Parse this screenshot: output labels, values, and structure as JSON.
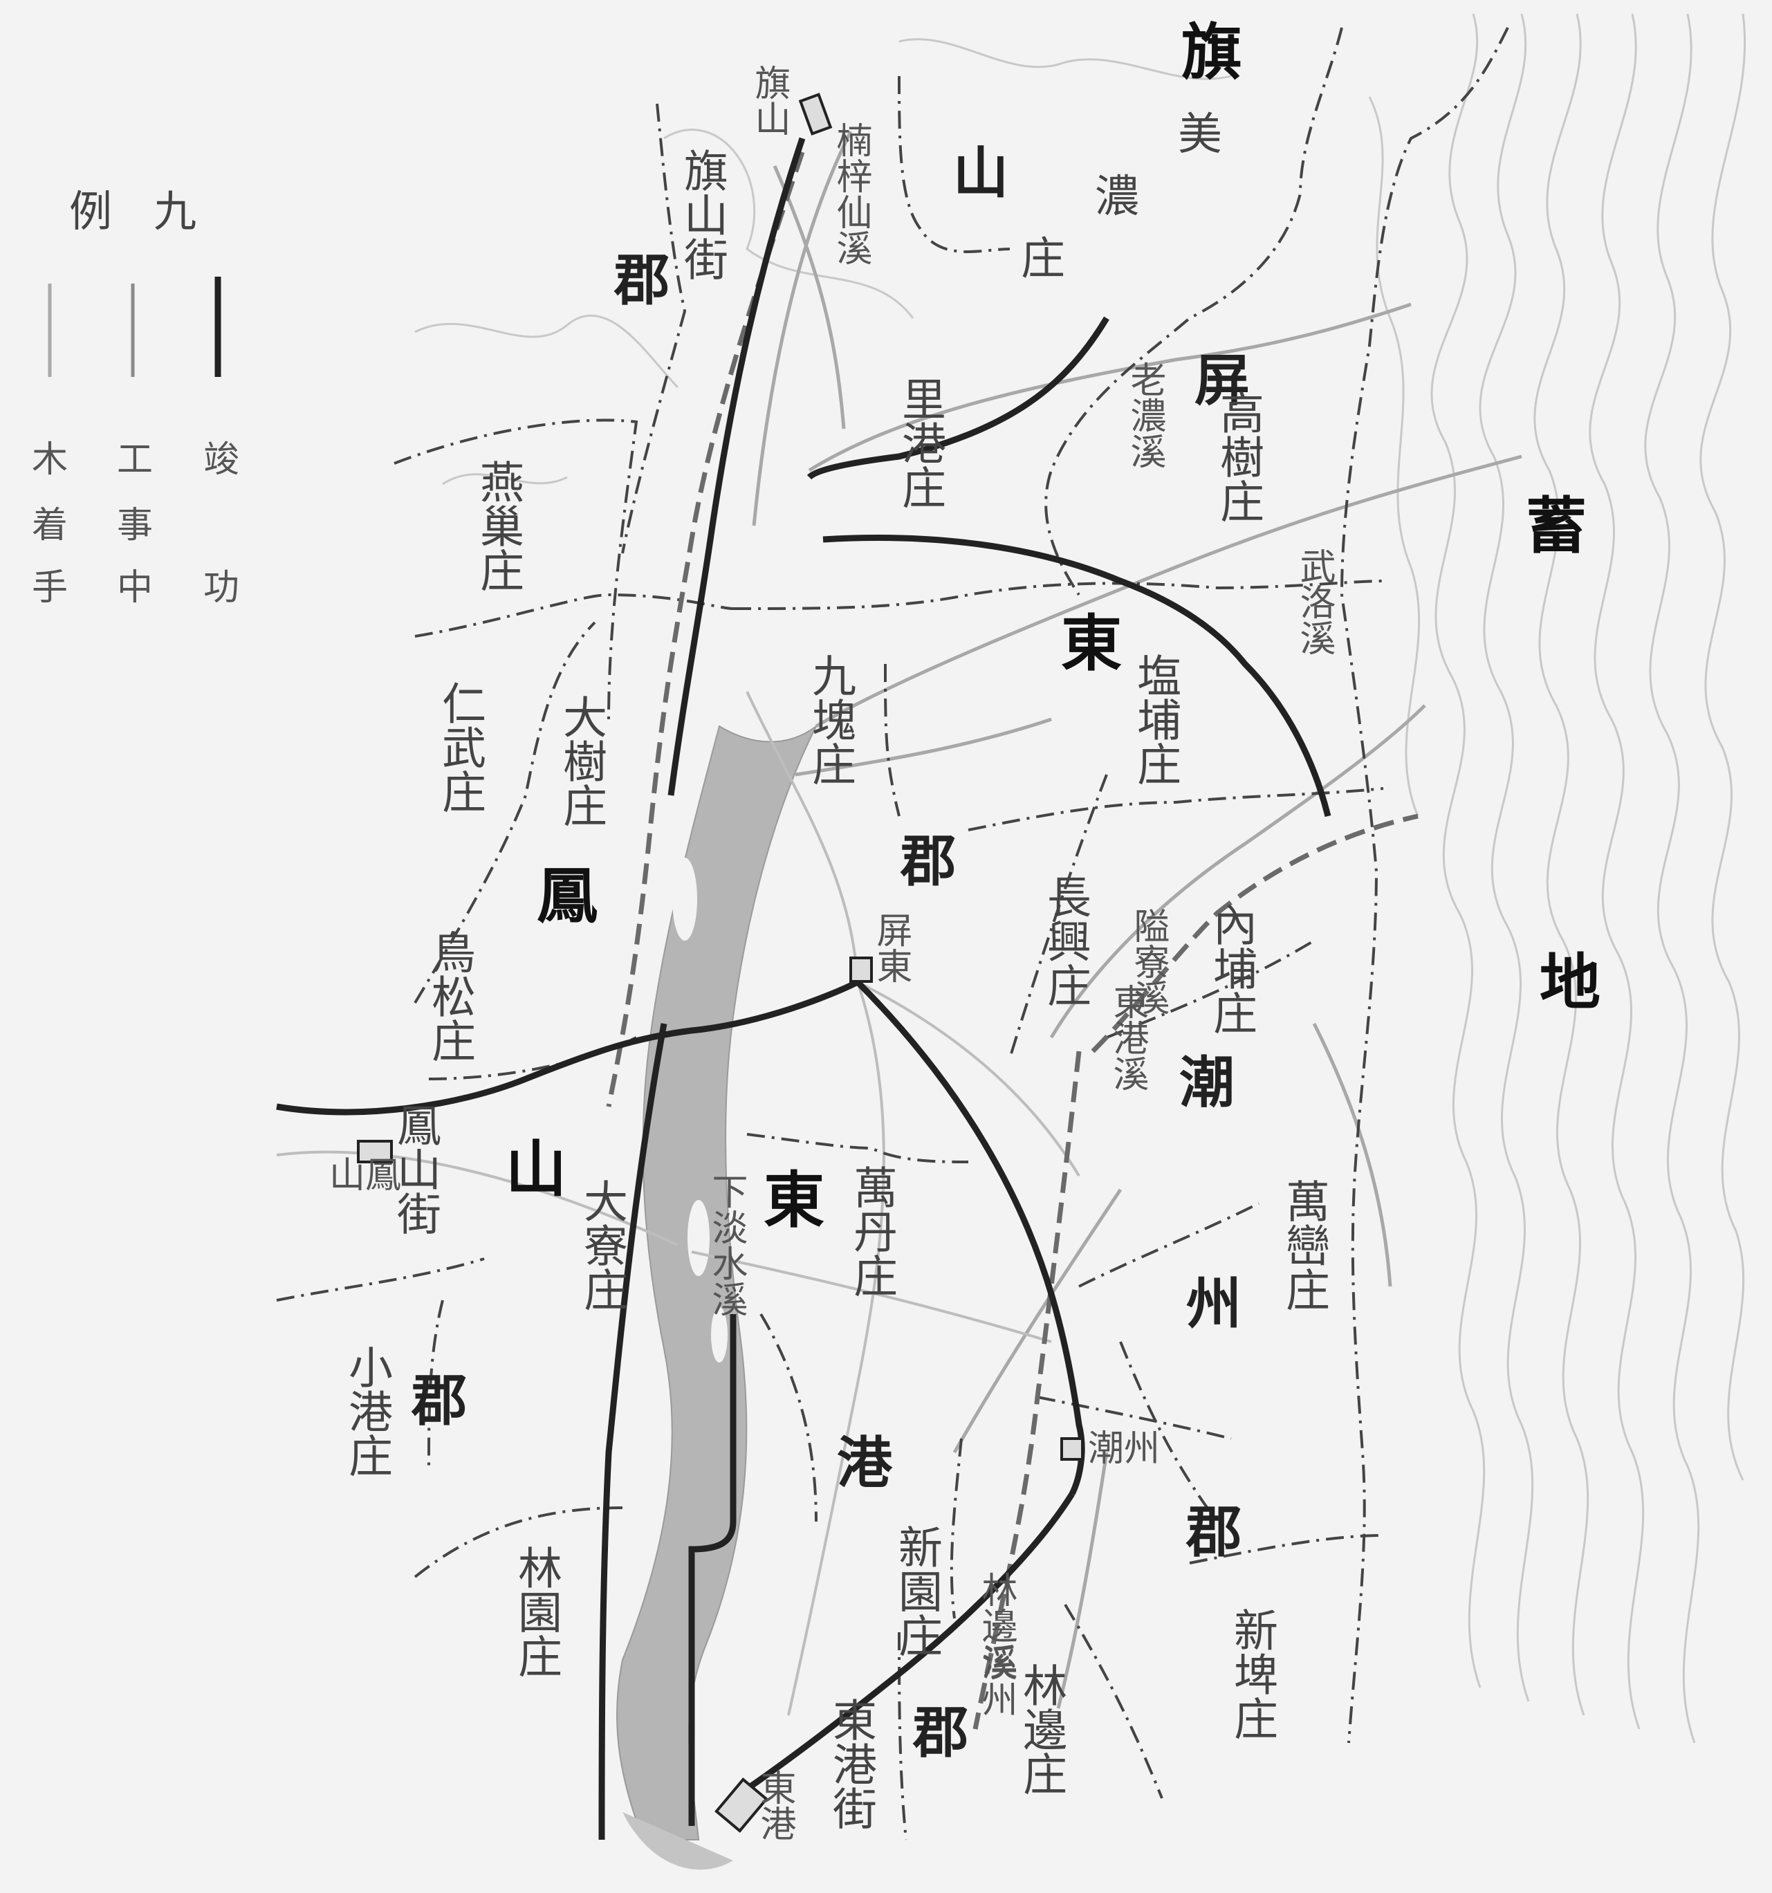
{
  "legend": {
    "title": "例九",
    "entries": [
      {
        "chars": [
          "木",
          "着",
          "手"
        ],
        "line_color": "#aaaaaa"
      },
      {
        "chars": [
          "工",
          "事",
          "中"
        ],
        "line_color": "#8a8a8a"
      },
      {
        "chars": [
          "竣",
          "功"
        ],
        "line_color": "#222222"
      }
    ]
  },
  "colors": {
    "paper": "#f3f3f3",
    "river": "#b5b5b5",
    "contour": "#c8c8c8",
    "boundary": "#444444",
    "railway_done": "#222222"
  },
  "labels": {
    "region_qi": "旗",
    "region_meinong": "美",
    "region_shan": "山",
    "region_nong": "濃",
    "region_zhuang": "庄",
    "region_jun": "郡",
    "region_dong": "東",
    "region_ping": "屏",
    "region_chao": "潮",
    "region_zhou": "州",
    "region_feng": "鳳",
    "region_gang": "港",
    "region_xu": "蓄",
    "region_di": "地",
    "station_qishan": "旗山",
    "station_pingdong": "屏東",
    "station_chaozhou": "潮州",
    "station_fengshan": "山鳳",
    "station_donggang": "東港",
    "station_linbian": "溪州",
    "place_qishan_jie": "旗山街",
    "place_yanchao": "燕巢庄",
    "place_renwu": "仁武庄",
    "place_dashu": "大樹庄",
    "place_niaosong": "鳥松庄",
    "place_liyuan": "林園庄",
    "place_xiaogang": "小港庄",
    "place_daliao": "大寮庄",
    "place_fengshan_jie": "鳳山街",
    "place_jiuru": "九塊庄",
    "place_ligang": "里港庄",
    "place_gaoshu": "高樹庄",
    "place_yanpu": "塩埔庄",
    "place_changzhi": "長興庄",
    "place_neipu": "內埔庄",
    "place_wandan": "萬丹庄",
    "place_xinyuan": "新園庄",
    "place_wanluan": "萬巒庄",
    "place_xinpi": "新埤庄",
    "place_linbian": "林邊庄",
    "place_donggang_jie": "東港街",
    "river_xiadanshui": "下淡水溪",
    "river_laonong": "老濃溪",
    "river_cishan": "楠梓仙溪",
    "river_wuluo": "武洛溪",
    "river_donggang": "東港溪",
    "river_ailiao": "隘寮溪",
    "river_linbian": "林邊溪"
  }
}
